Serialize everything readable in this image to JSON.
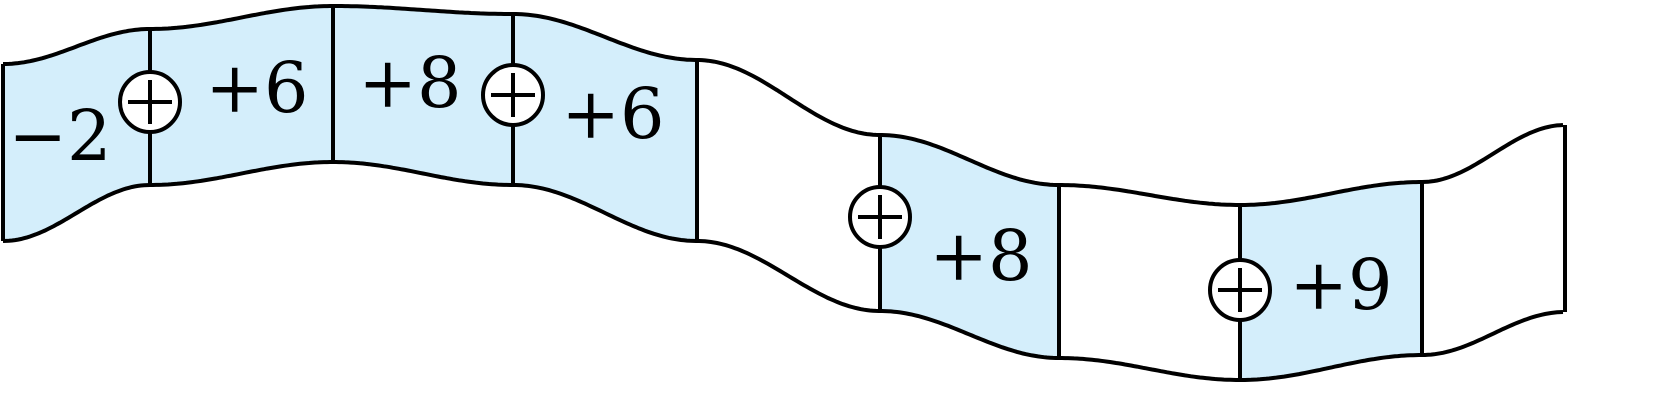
{
  "colors": {
    "highlight_fill": "#d4eefb",
    "stroke": "#000000",
    "background": "#ffffff"
  },
  "cells": [
    {
      "label": "−2",
      "highlighted": true
    },
    {
      "label": "+6",
      "highlighted": true
    },
    {
      "label": "+8",
      "highlighted": true
    },
    {
      "label": "+6",
      "highlighted": true
    },
    {
      "label": "",
      "highlighted": false
    },
    {
      "label": "+8",
      "highlighted": true
    },
    {
      "label": "",
      "highlighted": false
    },
    {
      "label": "+9",
      "highlighted": true
    },
    {
      "label": "",
      "highlighted": false
    }
  ],
  "operators": [
    {
      "symbol": "plus-in-circle-icon"
    },
    {
      "symbol": "plus-in-circle-icon"
    },
    {
      "symbol": "plus-in-circle-icon"
    },
    {
      "symbol": "plus-in-circle-icon"
    }
  ]
}
